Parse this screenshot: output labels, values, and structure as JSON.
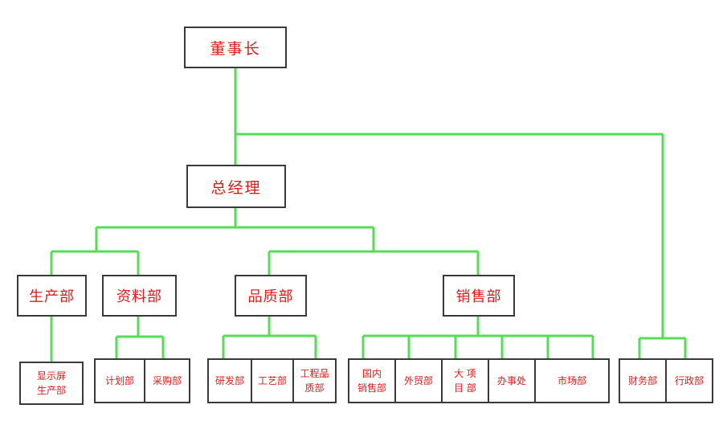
{
  "colors": {
    "line": "#55dd55",
    "text": "#e11b1b",
    "border": "#3a3a3a"
  },
  "chairman": "董事长",
  "general_manager": "总经理",
  "departments": {
    "production": "生产部",
    "materials": "资料部",
    "quality": "品质部",
    "sales": "销售部"
  },
  "production_sub": [
    "显示屏\n生产部"
  ],
  "materials_sub": [
    "计划部",
    "采购部"
  ],
  "quality_sub": [
    "研发部",
    "工艺部",
    "工程品\n质部"
  ],
  "sales_sub": [
    "国内\n销售部",
    "外贸部",
    "大 项\n目 部",
    "办事处",
    "市场部"
  ],
  "direct_sub": [
    "财务部",
    "行政部"
  ]
}
